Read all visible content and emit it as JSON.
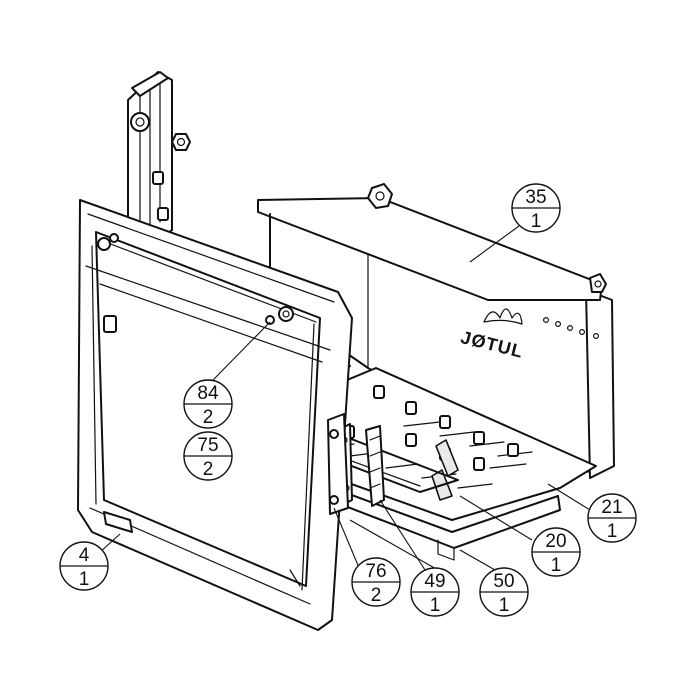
{
  "brand": {
    "logo_text": "JØTUL"
  },
  "callouts": [
    {
      "id": "35",
      "number": "35",
      "qty": "1"
    },
    {
      "id": "84",
      "number": "84",
      "qty": "2"
    },
    {
      "id": "75",
      "number": "75",
      "qty": "2"
    },
    {
      "id": "21",
      "number": "21",
      "qty": "1"
    },
    {
      "id": "20",
      "number": "20",
      "qty": "1"
    },
    {
      "id": "4",
      "number": "4",
      "qty": "1"
    },
    {
      "id": "76",
      "number": "76",
      "qty": "2"
    },
    {
      "id": "49",
      "number": "49",
      "qty": "1"
    },
    {
      "id": "50",
      "number": "50",
      "qty": "1"
    }
  ],
  "colors": {
    "line": "#111111",
    "background": "#ffffff",
    "shade": "#e9e9e9"
  }
}
